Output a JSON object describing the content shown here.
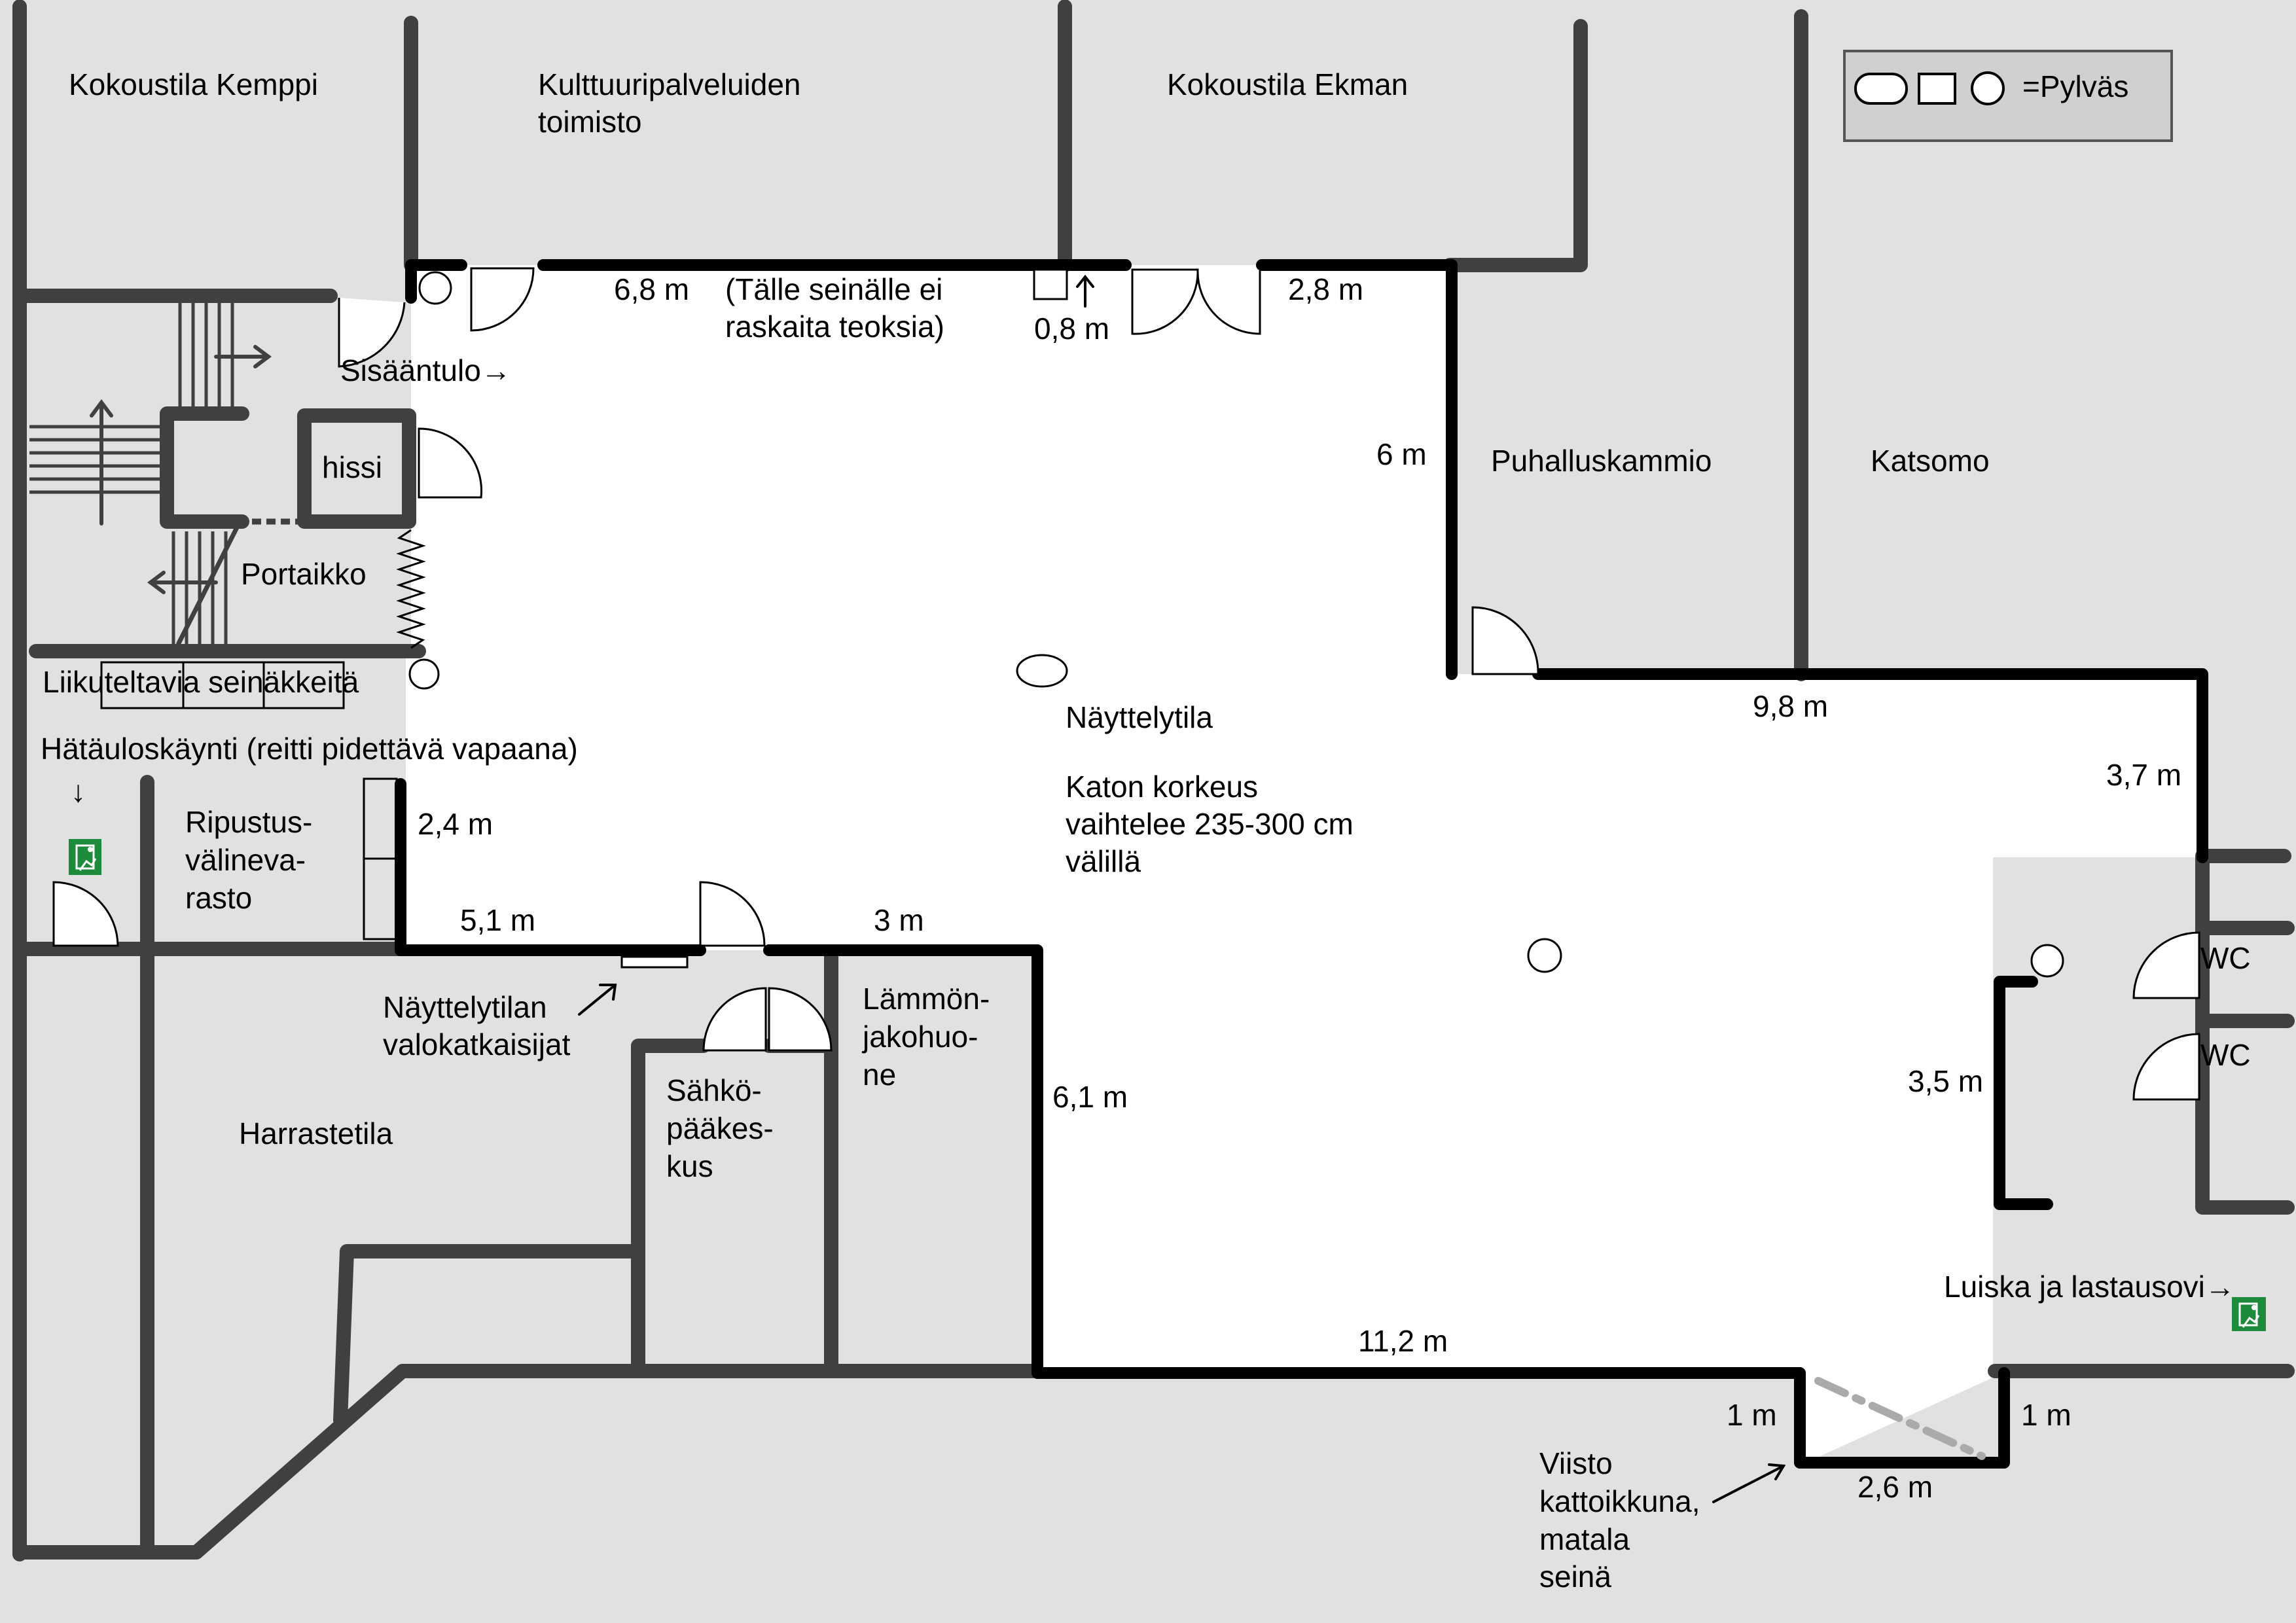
{
  "rooms": {
    "kemppi": "Kokoustila Kemppi",
    "kulttuuri_1": "Kulttuuripalveluiden",
    "kulttuuri_2": "toimisto",
    "ekman": "Kokoustila Ekman",
    "puhallus": "Puhalluskammio",
    "katsomo": "Katsomo",
    "hissi": "hissi",
    "portaikko": "Portaikko",
    "naytelytila": "Näyttelytila",
    "ripustus_1": "Ripustus-",
    "ripustus_2": "välineva-",
    "ripustus_3": "rasto",
    "harrastetila": "Harrastetila",
    "sahko_1": "Sähkö-",
    "sahko_2": "pääkes-",
    "sahko_3": "kus",
    "lammon_1": "Lämmön-",
    "lammon_2": "jakohuo-",
    "lammon_3": "ne",
    "wc1": "WC",
    "wc2": "WC"
  },
  "notes": {
    "wall_note_1": "(Tälle seinälle ei",
    "wall_note_2": "raskaita teoksia)",
    "sisaantulo": "Sisääntulo→",
    "liikuteltavia": "Liikuteltavia seinäkkeitä",
    "hataulos": "Hätäuloskäynti (reitti pidettävä vapaana)",
    "hataulos_arrow": "↓",
    "katto_1": "Katon korkeus",
    "katto_2": "vaihtelee 235-300 cm",
    "katto_3": "välillä",
    "valo_1": "Näyttelytilan",
    "valo_2": "valokatkaisijat",
    "luiska": "Luiska ja lastausovi→",
    "viisto_1": "Viisto",
    "viisto_2": "kattoikkuna,",
    "viisto_3": "matala",
    "viisto_4": "seinä"
  },
  "dimensions": {
    "d_6_8": "6,8 m",
    "d_0_8": "0,8 m",
    "d_2_8": "2,8 m",
    "d_6": "6 m",
    "d_9_8": "9,8 m",
    "d_3_7": "3,7 m",
    "d_2_4": "2,4 m",
    "d_5_1": "5,1 m",
    "d_3": "3 m",
    "d_6_1": "6,1 m",
    "d_3_5": "3,5 m",
    "d_11_2": "11,2 m",
    "d_1_left": "1 m",
    "d_1_right": "1 m",
    "d_2_6": "2,6 m"
  },
  "legend": {
    "label": "=Pylväs",
    "symbols": [
      "oval-column",
      "square-column",
      "round-column"
    ]
  },
  "colors": {
    "background": "#e1e1e1",
    "exhibition_floor": "#ffffff",
    "wall_gray": "#404040",
    "wall_exhibition": "#000000",
    "exit_sign": "#1e8a3c",
    "skylight_line": "#aaaaaa"
  },
  "icons": [
    "exit-sign-icon",
    "stairs-icon",
    "arrow-icon",
    "door-swing-icon",
    "column-icon"
  ]
}
